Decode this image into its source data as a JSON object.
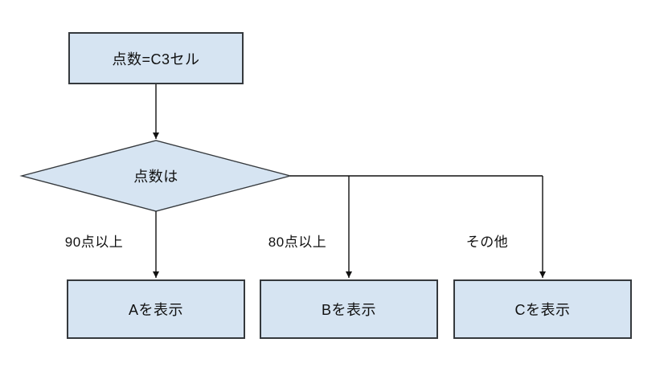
{
  "diagram": {
    "type": "flowchart",
    "nodes": {
      "start": {
        "label": "点数=C3セル",
        "shape": "rectangle"
      },
      "decision": {
        "label": "点数は",
        "shape": "diamond"
      },
      "result_a": {
        "label": "Aを表示",
        "shape": "rectangle"
      },
      "result_b": {
        "label": "Bを表示",
        "shape": "rectangle"
      },
      "result_c": {
        "label": "Cを表示",
        "shape": "rectangle"
      }
    },
    "edges": [
      {
        "from": "start",
        "to": "decision",
        "label": ""
      },
      {
        "from": "decision",
        "to": "result_a",
        "label": "90点以上"
      },
      {
        "from": "decision",
        "to": "result_b",
        "label": "80点以上"
      },
      {
        "from": "decision",
        "to": "result_c",
        "label": "その他"
      }
    ]
  },
  "colors": {
    "background": "#ffffff",
    "node_fill": "#d6e4f2",
    "node_stroke": "#35393d",
    "line": "#111111",
    "text": "#111111"
  }
}
